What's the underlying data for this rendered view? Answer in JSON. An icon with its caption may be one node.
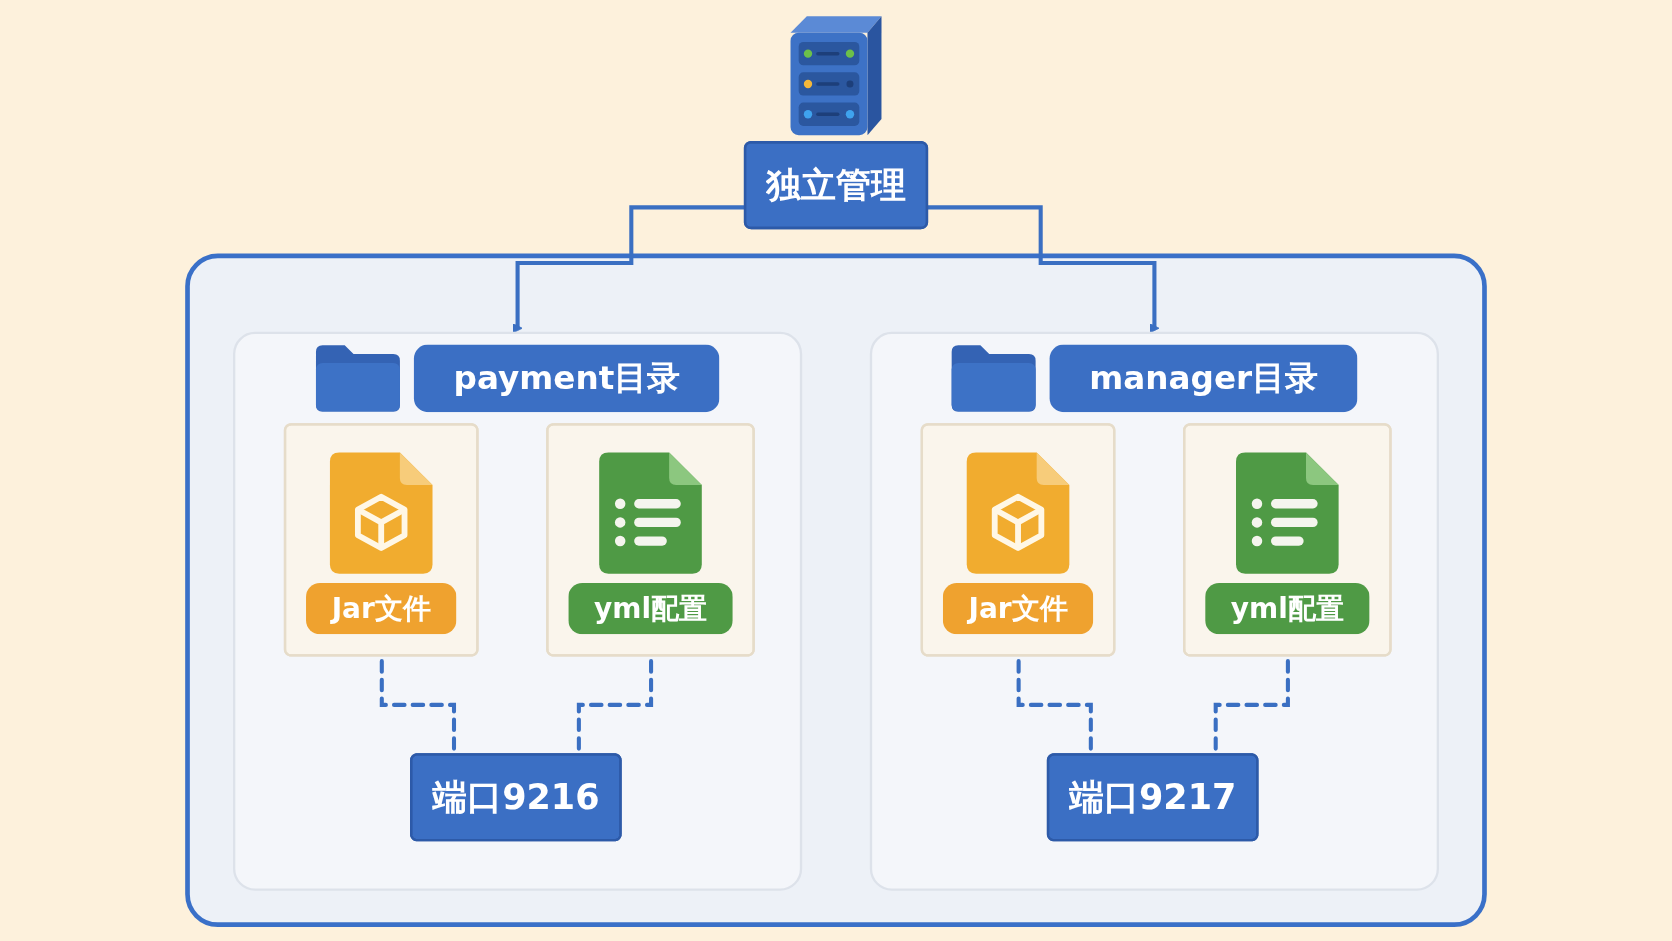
{
  "diagram": {
    "nodes": [
      {
        "text": [
          "独立管理"
        ]
      },
      {
        "text": [],
        "shape": "box"
      },
      {
        "text": [
          "payment目录"
        ],
        "in": 1
      },
      {
        "text": [
          "Jar文件"
        ],
        "in": 2
      },
      {
        "text": [
          "yml配置"
        ],
        "in": 2
      },
      {
        "text": [
          "端口9216"
        ],
        "in": 2
      },
      {
        "text": [
          "manager目录"
        ],
        "in": 1
      },
      {
        "text": [
          "Jar文件"
        ],
        "in": 6
      },
      {
        "text": [
          "yml配置"
        ],
        "in": 6
      },
      {
        "text": [
          "端口9217"
        ],
        "in": 6
      }
    ],
    "edges": [
      {
        "from": 0,
        "to": 2,
        "arrow": "to"
      },
      {
        "from": 0,
        "to": 6,
        "arrow": "to"
      },
      {
        "from": 3,
        "to": 5,
        "arrow": "none",
        "style": "dashed"
      },
      {
        "from": 4,
        "to": 5,
        "arrow": "none",
        "style": "dashed"
      },
      {
        "from": 7,
        "to": 9,
        "arrow": "none",
        "style": "dashed"
      },
      {
        "from": 8,
        "to": 9,
        "arrow": "none",
        "style": "dashed"
      }
    ]
  }
}
